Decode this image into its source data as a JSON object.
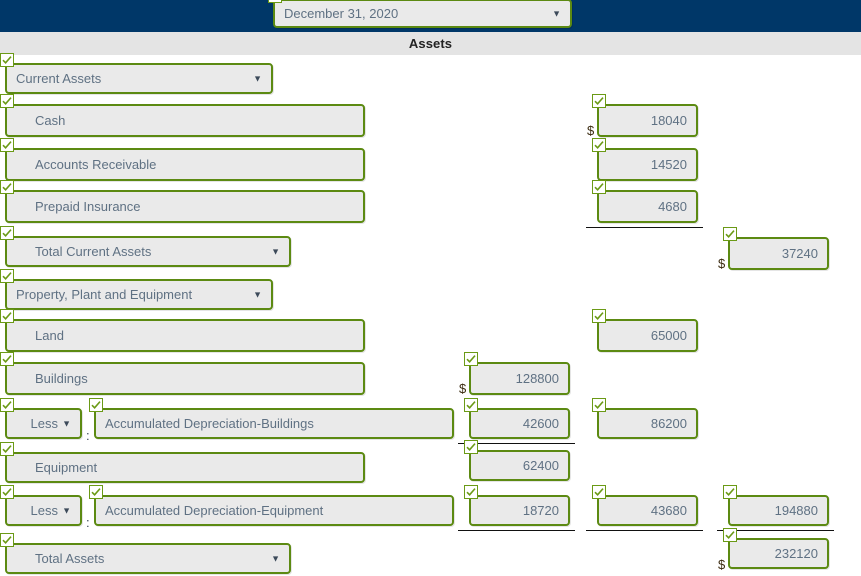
{
  "header": {
    "date_selector": {
      "value": "December 31, 2020",
      "caret": "▼"
    },
    "section_title": "Assets"
  },
  "symbols": {
    "dollar": "$",
    "colon": ":",
    "caret": "▼"
  },
  "colors": {
    "navy": "#003768",
    "section_band": "#e4e4e4",
    "field_border": "#5c8a12",
    "field_bg": "#eaeaea",
    "field_text": "#5f7183",
    "check_green": "#6b9a16"
  },
  "rows": [
    {
      "id": "current-assets-header",
      "kind": "group-select",
      "label": "Current Assets"
    },
    {
      "id": "cash",
      "kind": "account",
      "label": "Cash",
      "col3_value": "18040",
      "col3_dollar": "$"
    },
    {
      "id": "accounts-receivable",
      "kind": "account",
      "label": "Accounts Receivable",
      "col3_value": "14520"
    },
    {
      "id": "prepaid-insurance",
      "kind": "account",
      "label": "Prepaid Insurance",
      "col3_value": "4680"
    },
    {
      "id": "total-current-assets",
      "kind": "total-select",
      "label": "Total Current Assets",
      "col4_value": "37240",
      "col4_dollar": "$"
    },
    {
      "id": "ppe-header",
      "kind": "group-select",
      "label": "Property, Plant and Equipment"
    },
    {
      "id": "land",
      "kind": "account",
      "label": "Land",
      "col3_value": "65000"
    },
    {
      "id": "buildings",
      "kind": "account",
      "label": "Buildings",
      "col2_value": "128800",
      "col2_dollar": "$"
    },
    {
      "id": "accumulated-depreciation-buildings",
      "kind": "less-account",
      "prefix": "Less",
      "label": "Accumulated Depreciation-Buildings",
      "col2_value": "42600",
      "col3_value": "86200"
    },
    {
      "id": "equipment",
      "kind": "account",
      "label": "Equipment",
      "col2_value": "62400"
    },
    {
      "id": "accumulated-depreciation-equipment",
      "kind": "less-account",
      "prefix": "Less",
      "label": "Accumulated Depreciation-Equipment",
      "col2_value": "18720",
      "col3_value": "43680",
      "col4_value": "194880"
    },
    {
      "id": "total-assets",
      "kind": "total-select",
      "label": "Total Assets",
      "col4_value": "232120",
      "col4_dollar": "$"
    }
  ]
}
